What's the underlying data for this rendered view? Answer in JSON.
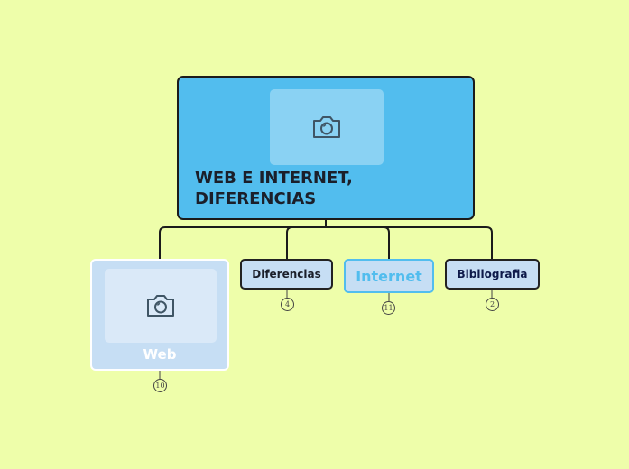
{
  "colors": {
    "background": "#EEFEAA",
    "root_fill": "#52BDEE",
    "child_fill": "#C6DEF4",
    "accent": "#52BDEE"
  },
  "root": {
    "title_line1": "WEB E INTERNET,",
    "title_line2": "DIFERENCIAS",
    "image_icon": "camera-icon"
  },
  "children": [
    {
      "label": "Web",
      "badge": "10",
      "image_icon": "camera-icon"
    },
    {
      "label": "Diferencias",
      "badge": "4"
    },
    {
      "label": "Internet",
      "badge": "11"
    },
    {
      "label": "Bibliografia",
      "badge": "2"
    }
  ]
}
